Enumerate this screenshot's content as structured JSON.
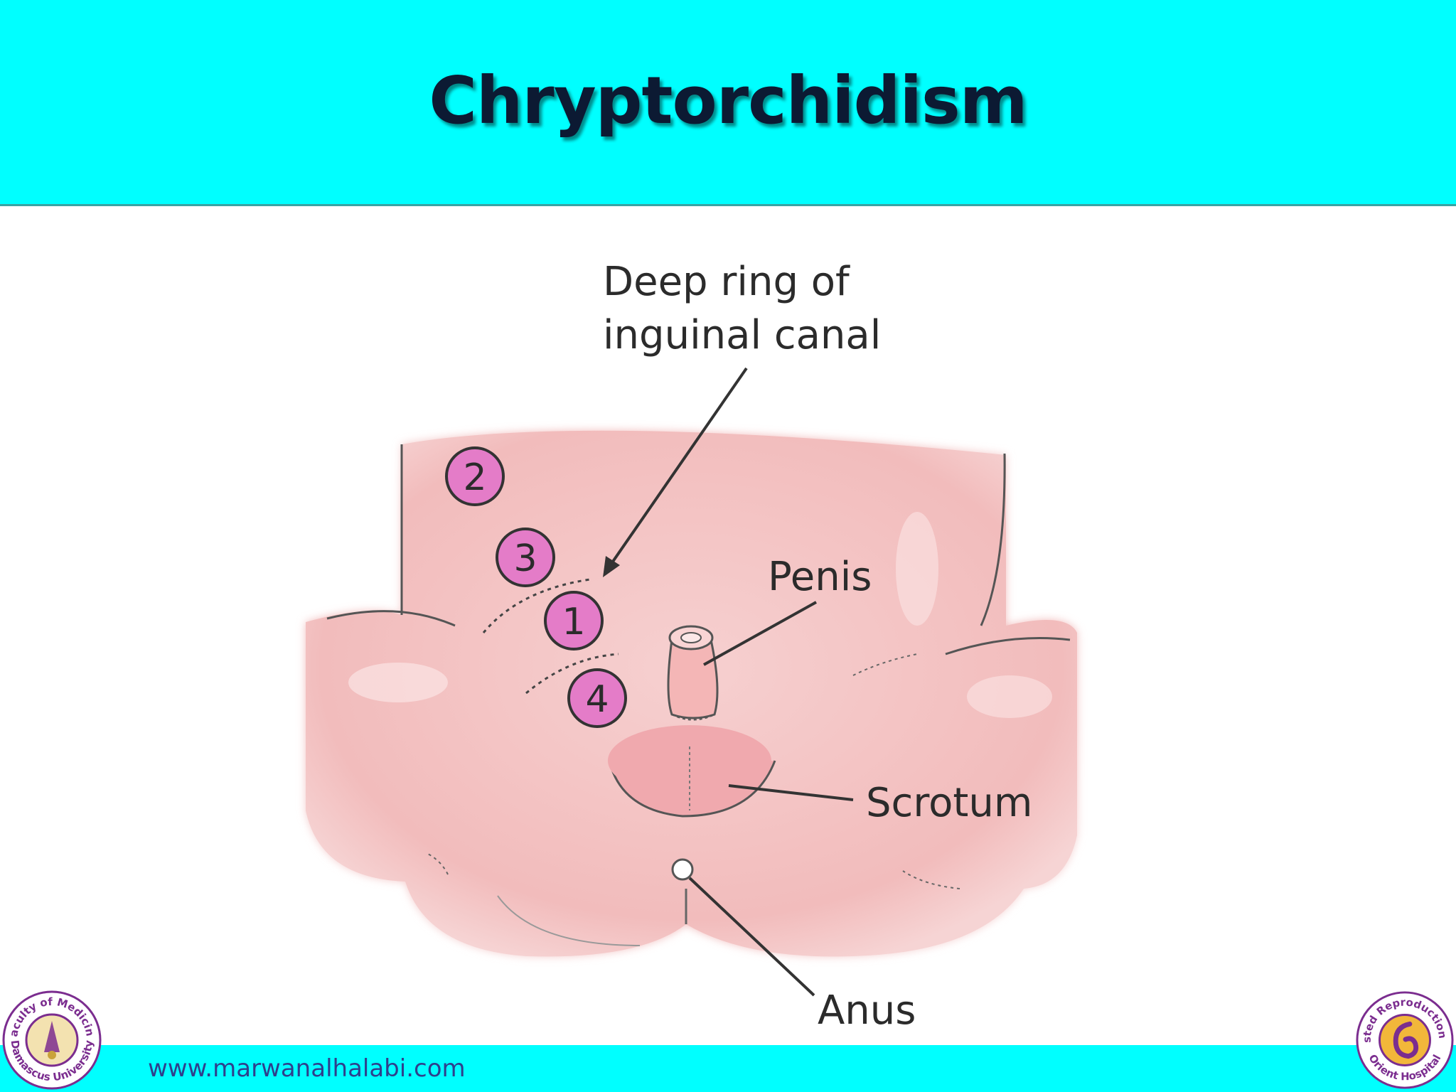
{
  "slide": {
    "title": "Chryptorchidism",
    "footer_url": "www.marwanalhalabi.com"
  },
  "diagram": {
    "labels": {
      "deep_ring_line1": "Deep ring of",
      "deep_ring_line2": "inguinal canal",
      "penis": "Penis",
      "scrotum": "Scrotum",
      "anus": "Anus"
    },
    "markers": [
      "1",
      "2",
      "3",
      "4"
    ]
  },
  "logos": {
    "left": {
      "top_text": "Faculty of Medicine",
      "bottom_text": "Damascus University"
    },
    "right": {
      "top_text": "Assisted Reproduction Unit",
      "bottom_text": "Orient Hospital"
    }
  },
  "colors": {
    "header_bg": "#00ffff",
    "title_color": "#0c1a33",
    "skin": "#f7c9c9",
    "marker_fill": "#e47cc8",
    "seal_purple": "#7b2d8f"
  }
}
